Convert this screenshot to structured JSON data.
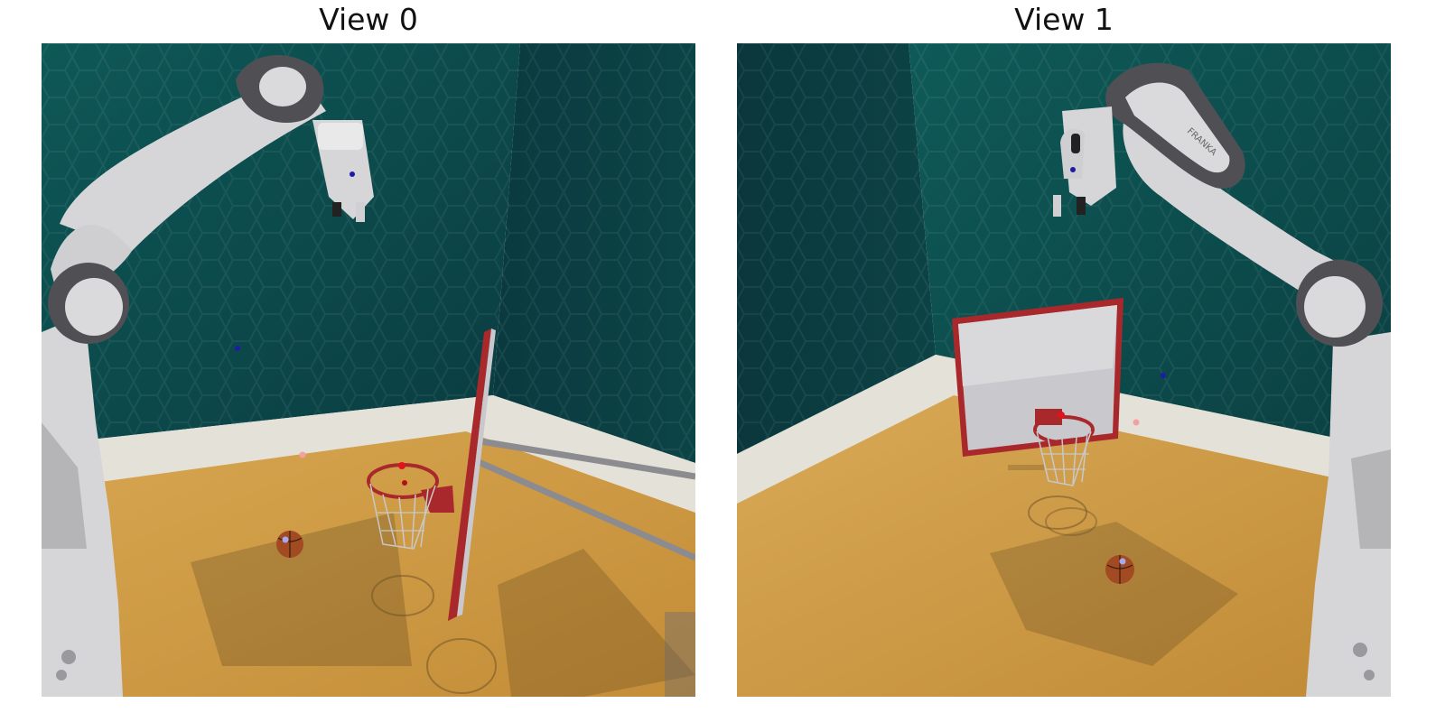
{
  "views": [
    {
      "title": "View 0"
    },
    {
      "title": "View 1"
    }
  ],
  "robot": {
    "brand_text": "FRANKA"
  },
  "colors": {
    "wall": "#0c4a4c",
    "floor": "#c7963f",
    "trim": "#e4e1d9",
    "backboard_frame": "#a8282c",
    "robot_link": "#d6d6d8",
    "robot_joint": "#505054",
    "ball": "#a24b22",
    "marker_red": "#e0141c",
    "marker_blue": "#1c1ca8",
    "marker_pink": "#f4a0a0",
    "marker_lavender": "#a8a8f0"
  }
}
